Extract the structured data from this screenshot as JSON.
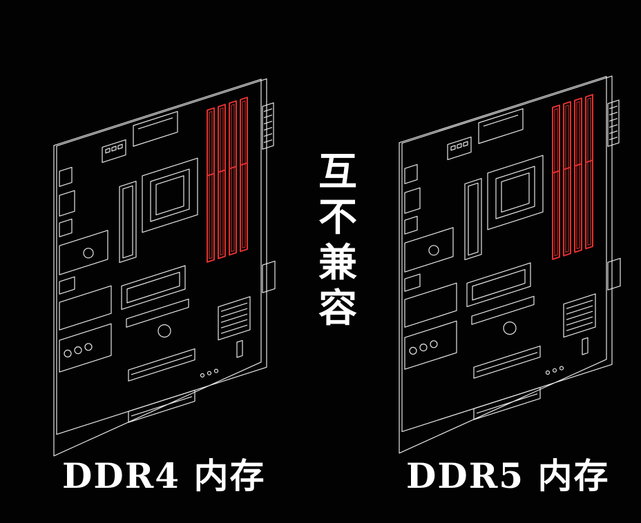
{
  "colors": {
    "background": "#020202",
    "line": "#e8e8e8",
    "ram_accent": "#e0312f"
  },
  "center_label": {
    "chars": [
      "互",
      "不",
      "兼",
      "容"
    ]
  },
  "left": {
    "caption": "DDR4 内存"
  },
  "right": {
    "caption": "DDR5 内存"
  }
}
